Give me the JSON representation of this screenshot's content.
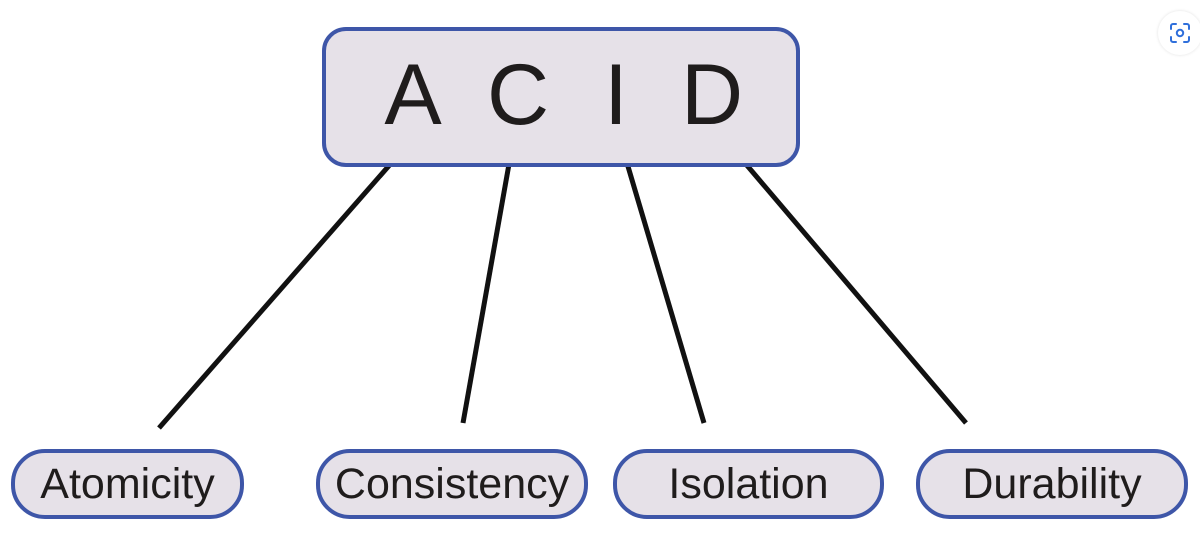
{
  "diagram": {
    "acronym": {
      "letters": [
        "A",
        "C",
        "I",
        "D"
      ]
    },
    "terms": [
      "Atomicity",
      "Consistency",
      "Isolation",
      "Durability"
    ]
  },
  "controls": {
    "screenshot_icon": "screenshot-scan-icon"
  },
  "colors": {
    "box_fill": "#e6e1e8",
    "box_border": "#3e56a8",
    "line": "#111111",
    "text": "#1f1c1c"
  }
}
